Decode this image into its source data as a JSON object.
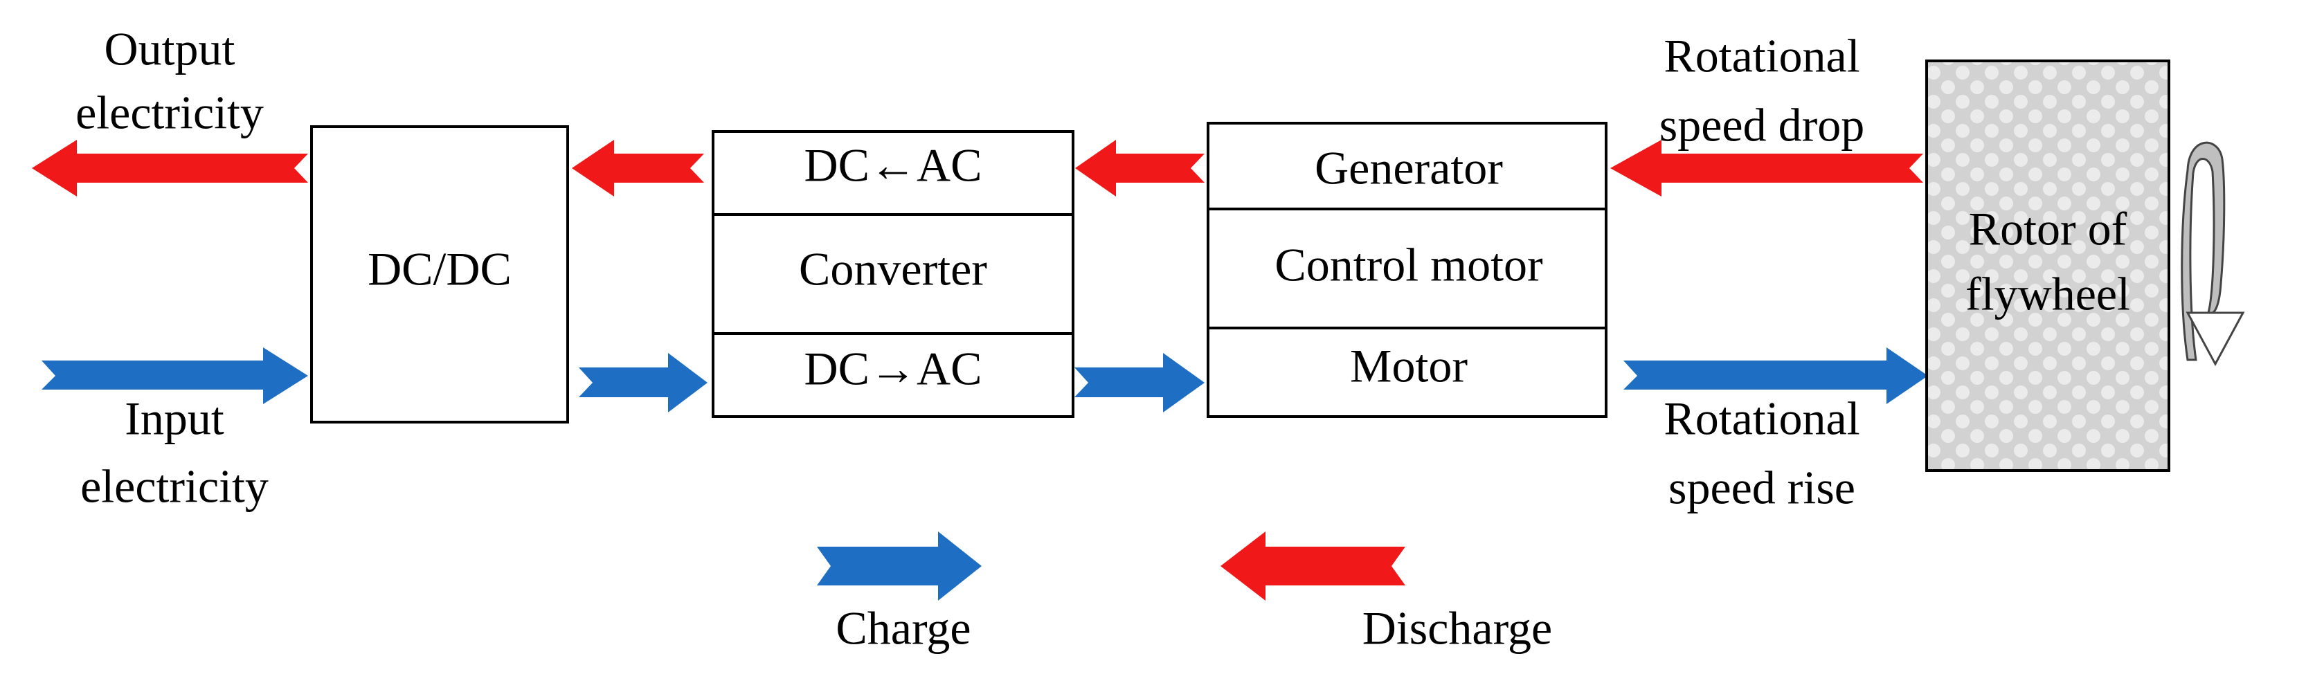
{
  "labels": {
    "output_line1": "Output",
    "output_line2": "electricity",
    "input_line1": "Input",
    "input_line2": "electricity",
    "rot_drop_line1": "Rotational",
    "rot_drop_line2": "speed drop",
    "rot_rise_line1": "Rotational",
    "rot_rise_line2": "speed rise"
  },
  "blocks": {
    "dcdc": "DC/DC",
    "dc_ac_top": "DC←AC",
    "converter": "Converter",
    "dc_ac_bottom": "DC→AC",
    "generator": "Generator",
    "control_motor": "Control motor",
    "motor": "Motor",
    "rotor_line1": "Rotor of",
    "rotor_line2": "flywheel"
  },
  "legend": {
    "charge": "Charge",
    "discharge": "Discharge"
  },
  "colors": {
    "charge": "#1e6fc3",
    "discharge": "#f01818",
    "rotor_fill": "#d2d2d2",
    "rotation_arrow": "#bfbfbf"
  }
}
